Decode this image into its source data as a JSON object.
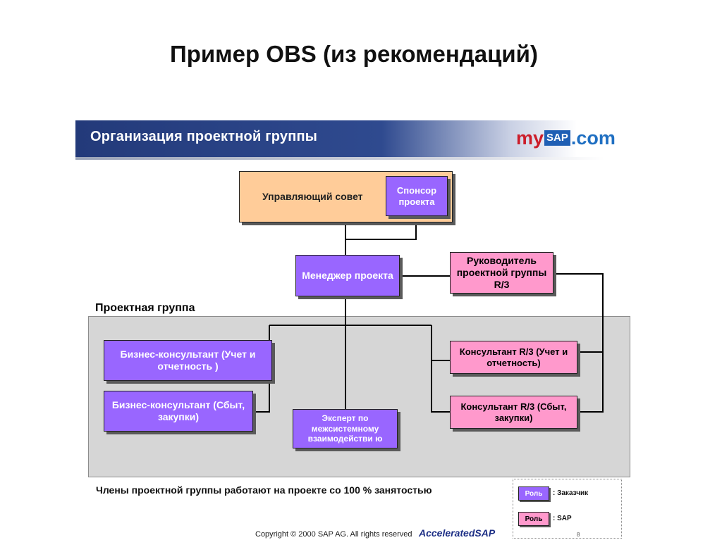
{
  "page": {
    "title": "Пример OBS (из рекомендаций)"
  },
  "banner": {
    "title": "Организация проектной группы",
    "logo": {
      "part1": "my",
      "part2": "SAP",
      "part3": ".com"
    }
  },
  "diagram": {
    "council": {
      "label": "Управляющий совет",
      "sponsor": "Спонсор проекта"
    },
    "manager": "Менеджер проекта",
    "r3_lead": "Руководитель проектной группы R/3",
    "group_label": "Проектная группа",
    "business_consultants": [
      "Бизнес-консультант (Учет и отчетность )",
      "Бизнес-консультант (Сбыт, закупки)"
    ],
    "integration_expert": "Эксперт по межсистемному взаимодействи ю",
    "r3_consultants": [
      "Консультант R/3 (Учет и отчетность)",
      "Консультант R/3 (Сбыт, закупки)"
    ]
  },
  "footer": {
    "note": "Члены проектной группы работают на проекте со 100 % занятостью",
    "copyright": "Copyright © 2000 SAP AG. All rights reserved",
    "brand": "AcceleratedSAP",
    "page_number": "8"
  },
  "legend": {
    "items": [
      {
        "box": "Роль",
        "text": ": Заказчик",
        "color": "#9966ff"
      },
      {
        "box": "Роль",
        "text": ": SAP",
        "color": "#ff99cc"
      }
    ]
  },
  "colors": {
    "customer_role": "#9966ff",
    "sap_role": "#ff99cc",
    "council": "#ffcc99",
    "group_area": "#d6d6d6",
    "banner": "#233a7a"
  }
}
